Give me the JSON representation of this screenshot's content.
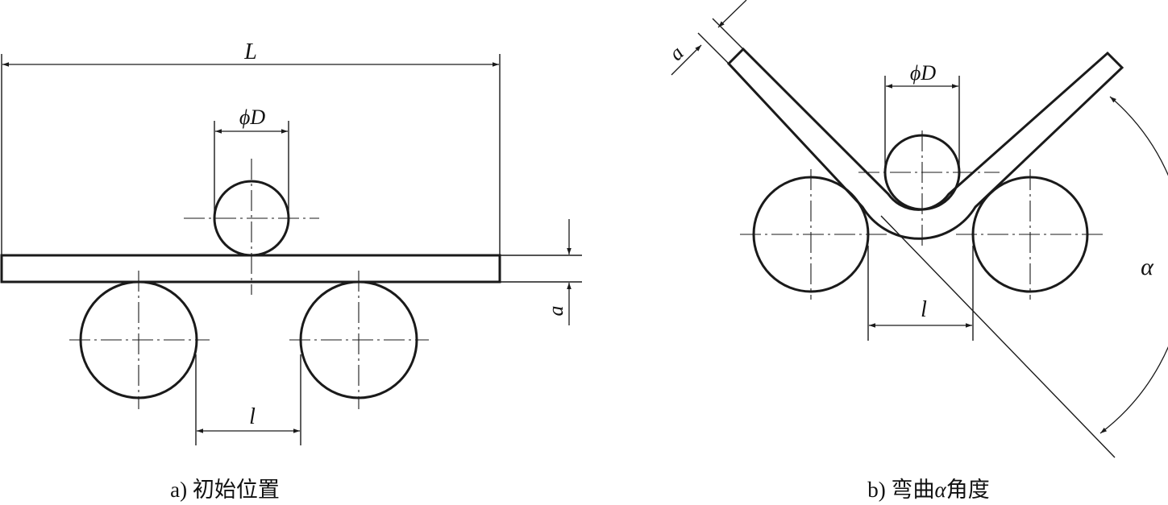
{
  "figure_a": {
    "caption": "a) 初始位置",
    "labels": {
      "length": "L",
      "diameter": "ϕD",
      "thickness": "a",
      "span": "l"
    }
  },
  "figure_b": {
    "caption_prefix": "b) 弯曲",
    "caption_symbol": "α",
    "caption_suffix": "角度",
    "labels": {
      "thickness": "a",
      "diameter": "ϕD",
      "span": "l",
      "angle": "α"
    }
  }
}
